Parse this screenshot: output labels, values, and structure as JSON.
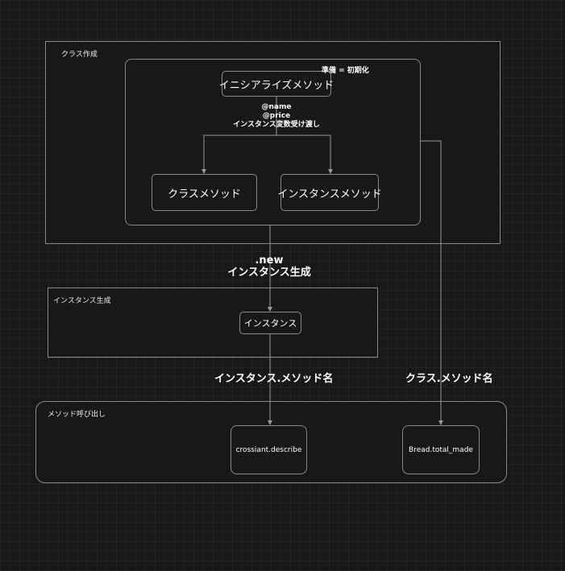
{
  "groups": {
    "class_creation": {
      "label": "クラス作成"
    },
    "instance_creation": {
      "label": "インスタンス生成"
    },
    "method_call": {
      "label": "メソッド呼び出し"
    }
  },
  "nodes": {
    "initialize": "イニシアライズメソッド",
    "class_method": "クラスメソッド",
    "instance_method": "インスタンスメソッド",
    "instance": "インスタンス",
    "croissant_describe": "crossiant.describe",
    "bread_total_made": "Bread.total_made"
  },
  "notes": {
    "prep_init": "準備 = 初期化",
    "instance_vars": [
      "@name",
      "@price",
      "インスタンス変数受け渡し"
    ],
    "new_call": [
      ".new",
      "インスタンス生成"
    ],
    "instance_method_call": "インスタンス.メソッド名",
    "class_method_call": "クラス.メソッド名"
  },
  "colors": {
    "background": "#181818",
    "grid": "#2a2a2a",
    "border": "#8a8a8a",
    "connector": "#9a9a9a",
    "text": "#ffffff"
  }
}
